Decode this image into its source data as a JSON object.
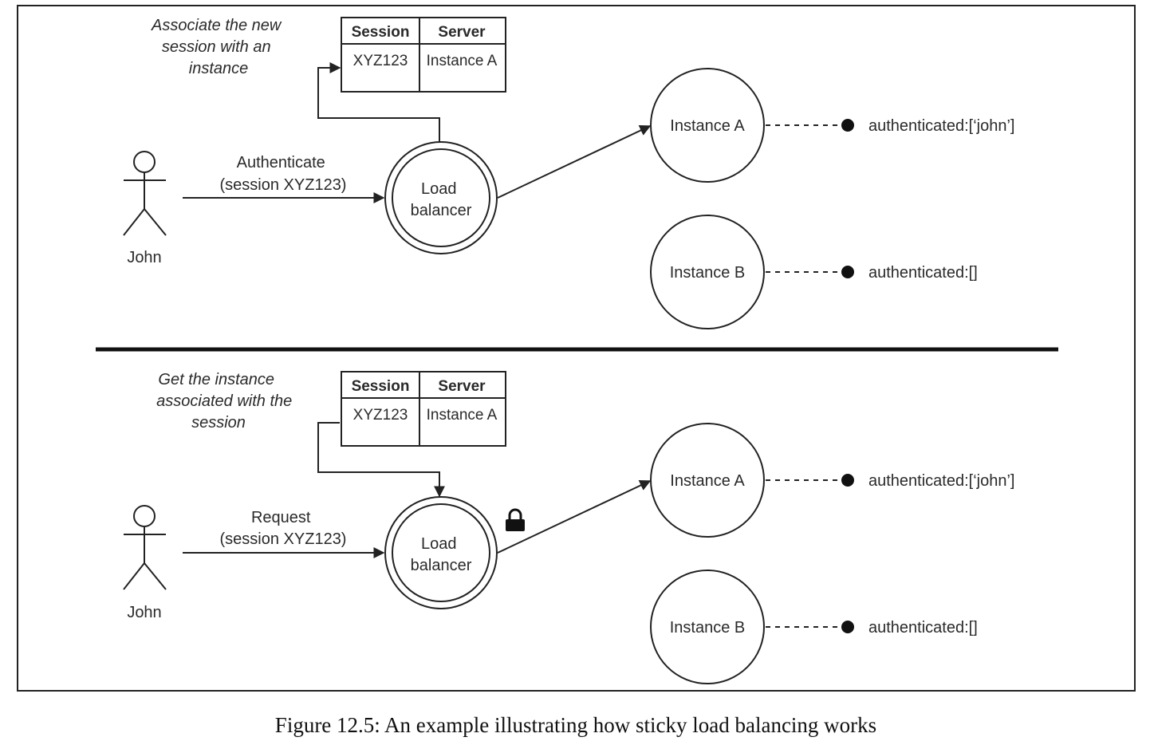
{
  "caption": "Figure 12.5: An example illustrating how sticky load balancing works",
  "panels": [
    {
      "note": [
        "Associate the new",
        "session with an",
        "instance"
      ],
      "table": {
        "headers": [
          "Session",
          "Server"
        ],
        "row": [
          "XYZ123",
          "Instance A"
        ]
      },
      "actor": "John",
      "request": [
        "Authenticate",
        "(session XYZ123)"
      ],
      "balancer": [
        "Load",
        "balancer"
      ],
      "instances": [
        {
          "name": "Instance A",
          "state": "authenticated:[‘john’]"
        },
        {
          "name": "Instance B",
          "state": "authenticated:[]"
        }
      ]
    },
    {
      "note": [
        "Get the instance",
        "associated with the",
        "session"
      ],
      "table": {
        "headers": [
          "Session",
          "Server"
        ],
        "row": [
          "XYZ123",
          "Instance A"
        ]
      },
      "actor": "John",
      "request": [
        "Request",
        "(session XYZ123)"
      ],
      "balancer": [
        "Load",
        "balancer"
      ],
      "instances": [
        {
          "name": "Instance A",
          "state": "authenticated:[‘john’]"
        },
        {
          "name": "Instance B",
          "state": "authenticated:[]"
        }
      ]
    }
  ]
}
